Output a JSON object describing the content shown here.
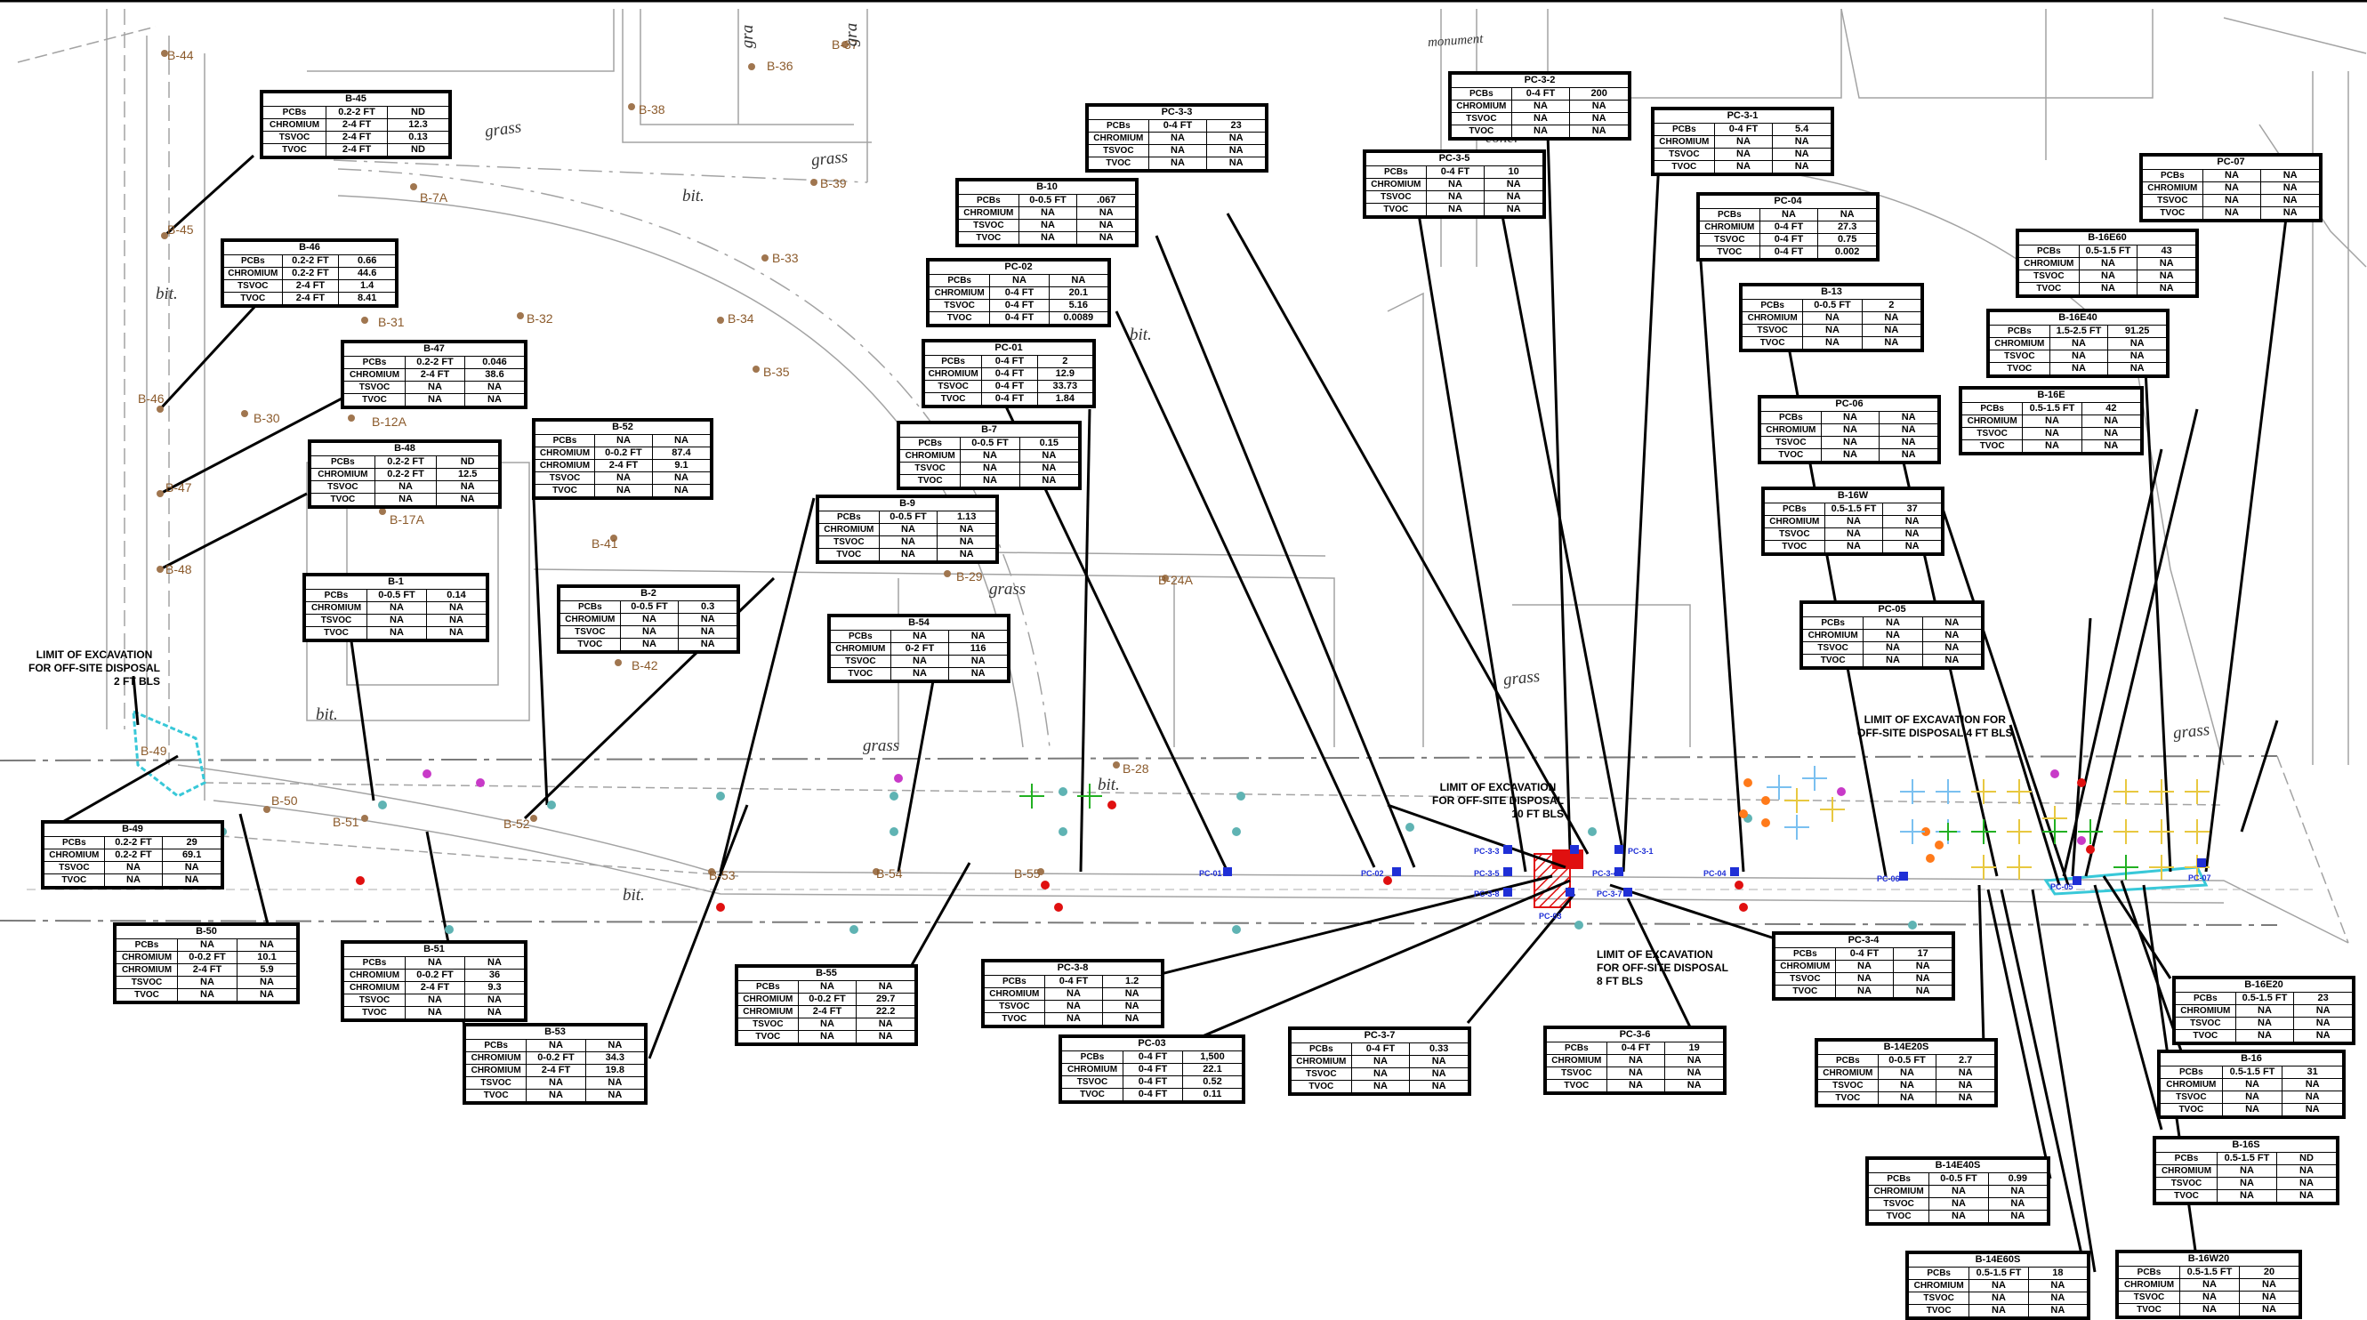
{
  "tables": [
    {
      "id": "B-45",
      "rows": [
        [
          "PCBs",
          "0.2-2 FT",
          "ND"
        ],
        [
          "CHROMIUM",
          "2-4 FT",
          "12.3"
        ],
        [
          "TSVOC",
          "2-4 FT",
          "0.13"
        ],
        [
          "TVOC",
          "2-4 FT",
          "ND"
        ]
      ]
    },
    {
      "id": "B-46",
      "rows": [
        [
          "PCBs",
          "0.2-2 FT",
          "0.66"
        ],
        [
          "CHROMIUM",
          "0.2-2 FT",
          "44.6"
        ],
        [
          "TSVOC",
          "2-4 FT",
          "1.4"
        ],
        [
          "TVOC",
          "2-4 FT",
          "8.41"
        ]
      ]
    },
    {
      "id": "B-47",
      "rows": [
        [
          "PCBs",
          "0.2-2 FT",
          "0.046"
        ],
        [
          "CHROMIUM",
          "2-4 FT",
          "38.6"
        ],
        [
          "TSVOC",
          "NA",
          "NA"
        ],
        [
          "TVOC",
          "NA",
          "NA"
        ]
      ]
    },
    {
      "id": "B-48",
      "rows": [
        [
          "PCBs",
          "0.2-2 FT",
          "ND"
        ],
        [
          "CHROMIUM",
          "0.2-2 FT",
          "12.5"
        ],
        [
          "TSVOC",
          "NA",
          "NA"
        ],
        [
          "TVOC",
          "NA",
          "NA"
        ]
      ]
    },
    {
      "id": "B-1",
      "rows": [
        [
          "PCBs",
          "0-0.5 FT",
          "0.14"
        ],
        [
          "CHROMIUM",
          "NA",
          "NA"
        ],
        [
          "TSVOC",
          "NA",
          "NA"
        ],
        [
          "TVOC",
          "NA",
          "NA"
        ]
      ]
    },
    {
      "id": "B-52",
      "rows": [
        [
          "PCBs",
          "NA",
          "NA"
        ],
        [
          "CHROMIUM",
          "0-0.2 FT",
          "87.4"
        ],
        [
          "CHROMIUM",
          "2-4 FT",
          "9.1"
        ],
        [
          "TSVOC",
          "NA",
          "NA"
        ],
        [
          "TVOC",
          "NA",
          "NA"
        ]
      ]
    },
    {
      "id": "B-2",
      "rows": [
        [
          "PCBs",
          "0-0.5 FT",
          "0.3"
        ],
        [
          "CHROMIUM",
          "NA",
          "NA"
        ],
        [
          "TSVOC",
          "NA",
          "NA"
        ],
        [
          "TVOC",
          "NA",
          "NA"
        ]
      ]
    },
    {
      "id": "B-9",
      "rows": [
        [
          "PCBs",
          "0-0.5 FT",
          "1.13"
        ],
        [
          "CHROMIUM",
          "NA",
          "NA"
        ],
        [
          "TSVOC",
          "NA",
          "NA"
        ],
        [
          "TVOC",
          "NA",
          "NA"
        ]
      ]
    },
    {
      "id": "B-54",
      "rows": [
        [
          "PCBs",
          "NA",
          "NA"
        ],
        [
          "CHROMIUM",
          "0-2 FT",
          "116"
        ],
        [
          "TSVOC",
          "NA",
          "NA"
        ],
        [
          "TVOC",
          "NA",
          "NA"
        ]
      ]
    },
    {
      "id": "B-7",
      "rows": [
        [
          "PCBs",
          "0-0.5 FT",
          "0.15"
        ],
        [
          "CHROMIUM",
          "NA",
          "NA"
        ],
        [
          "TSVOC",
          "NA",
          "NA"
        ],
        [
          "TVOC",
          "NA",
          "NA"
        ]
      ]
    },
    {
      "id": "PC-01",
      "rows": [
        [
          "PCBs",
          "0-4 FT",
          "2"
        ],
        [
          "CHROMIUM",
          "0-4 FT",
          "12.9"
        ],
        [
          "TSVOC",
          "0-4 FT",
          "33.73"
        ],
        [
          "TVOC",
          "0-4 FT",
          "1.84"
        ]
      ]
    },
    {
      "id": "PC-02",
      "rows": [
        [
          "PCBs",
          "NA",
          "NA"
        ],
        [
          "CHROMIUM",
          "0-4 FT",
          "20.1"
        ],
        [
          "TSVOC",
          "0-4 FT",
          "5.16"
        ],
        [
          "TVOC",
          "0-4 FT",
          "0.0089"
        ]
      ]
    },
    {
      "id": "B-10",
      "rows": [
        [
          "PCBs",
          "0-0.5 FT",
          ".067"
        ],
        [
          "CHROMIUM",
          "NA",
          "NA"
        ],
        [
          "TSVOC",
          "NA",
          "NA"
        ],
        [
          "TVOC",
          "NA",
          "NA"
        ]
      ]
    },
    {
      "id": "PC-3-3",
      "rows": [
        [
          "PCBs",
          "0-4 FT",
          "23"
        ],
        [
          "CHROMIUM",
          "NA",
          "NA"
        ],
        [
          "TSVOC",
          "NA",
          "NA"
        ],
        [
          "TVOC",
          "NA",
          "NA"
        ]
      ]
    },
    {
      "id": "PC-3-2",
      "rows": [
        [
          "PCBs",
          "0-4 FT",
          "200"
        ],
        [
          "CHROMIUM",
          "NA",
          "NA"
        ],
        [
          "TSVOC",
          "NA",
          "NA"
        ],
        [
          "TVOC",
          "NA",
          "NA"
        ]
      ]
    },
    {
      "id": "PC-3-5",
      "rows": [
        [
          "PCBs",
          "0-4 FT",
          "10"
        ],
        [
          "CHROMIUM",
          "NA",
          "NA"
        ],
        [
          "TSVOC",
          "NA",
          "NA"
        ],
        [
          "TVOC",
          "NA",
          "NA"
        ]
      ]
    },
    {
      "id": "PC-3-1",
      "rows": [
        [
          "PCBs",
          "0-4 FT",
          "5.4"
        ],
        [
          "CHROMIUM",
          "NA",
          "NA"
        ],
        [
          "TSVOC",
          "NA",
          "NA"
        ],
        [
          "TVOC",
          "NA",
          "NA"
        ]
      ]
    },
    {
      "id": "PC-04",
      "rows": [
        [
          "PCBs",
          "NA",
          "NA"
        ],
        [
          "CHROMIUM",
          "0-4 FT",
          "27.3"
        ],
        [
          "TSVOC",
          "0-4 FT",
          "0.75"
        ],
        [
          "TVOC",
          "0-4 FT",
          "0.002"
        ]
      ]
    },
    {
      "id": "B-13",
      "rows": [
        [
          "PCBs",
          "0-0.5 FT",
          "2"
        ],
        [
          "CHROMIUM",
          "NA",
          "NA"
        ],
        [
          "TSVOC",
          "NA",
          "NA"
        ],
        [
          "TVOC",
          "NA",
          "NA"
        ]
      ]
    },
    {
      "id": "PC-06",
      "rows": [
        [
          "PCBs",
          "NA",
          "NA"
        ],
        [
          "CHROMIUM",
          "NA",
          "NA"
        ],
        [
          "TSVOC",
          "NA",
          "NA"
        ],
        [
          "TVOC",
          "NA",
          "NA"
        ]
      ]
    },
    {
      "id": "B-16W",
      "rows": [
        [
          "PCBs",
          "0.5-1.5 FT",
          "37"
        ],
        [
          "CHROMIUM",
          "NA",
          "NA"
        ],
        [
          "TSVOC",
          "NA",
          "NA"
        ],
        [
          "TVOC",
          "NA",
          "NA"
        ]
      ]
    },
    {
      "id": "PC-05",
      "rows": [
        [
          "PCBs",
          "NA",
          "NA"
        ],
        [
          "CHROMIUM",
          "NA",
          "NA"
        ],
        [
          "TSVOC",
          "NA",
          "NA"
        ],
        [
          "TVOC",
          "NA",
          "NA"
        ]
      ]
    },
    {
      "id": "PC-07",
      "rows": [
        [
          "PCBs",
          "NA",
          "NA"
        ],
        [
          "CHROMIUM",
          "NA",
          "NA"
        ],
        [
          "TSVOC",
          "NA",
          "NA"
        ],
        [
          "TVOC",
          "NA",
          "NA"
        ]
      ]
    },
    {
      "id": "B-16E60",
      "rows": [
        [
          "PCBs",
          "0.5-1.5 FT",
          "43"
        ],
        [
          "CHROMIUM",
          "NA",
          "NA"
        ],
        [
          "TSVOC",
          "NA",
          "NA"
        ],
        [
          "TVOC",
          "NA",
          "NA"
        ]
      ]
    },
    {
      "id": "B-16E40",
      "rows": [
        [
          "PCBs",
          "1.5-2.5 FT",
          "91.25"
        ],
        [
          "CHROMIUM",
          "NA",
          "NA"
        ],
        [
          "TSVOC",
          "NA",
          "NA"
        ],
        [
          "TVOC",
          "NA",
          "NA"
        ]
      ]
    },
    {
      "id": "B-16E",
      "rows": [
        [
          "PCBs",
          "0.5-1.5 FT",
          "42"
        ],
        [
          "CHROMIUM",
          "NA",
          "NA"
        ],
        [
          "TSVOC",
          "NA",
          "NA"
        ],
        [
          "TVOC",
          "NA",
          "NA"
        ]
      ]
    },
    {
      "id": "B-49",
      "rows": [
        [
          "PCBs",
          "0.2-2 FT",
          "29"
        ],
        [
          "CHROMIUM",
          "0.2-2 FT",
          "69.1"
        ],
        [
          "TSVOC",
          "NA",
          "NA"
        ],
        [
          "TVOC",
          "NA",
          "NA"
        ]
      ]
    },
    {
      "id": "B-50",
      "rows": [
        [
          "PCBs",
          "NA",
          "NA"
        ],
        [
          "CHROMIUM",
          "0-0.2 FT",
          "10.1"
        ],
        [
          "CHROMIUM",
          "2-4 FT",
          "5.9"
        ],
        [
          "TSVOC",
          "NA",
          "NA"
        ],
        [
          "TVOC",
          "NA",
          "NA"
        ]
      ]
    },
    {
      "id": "B-51",
      "rows": [
        [
          "PCBs",
          "NA",
          "NA"
        ],
        [
          "CHROMIUM",
          "0-0.2 FT",
          "36"
        ],
        [
          "CHROMIUM",
          "2-4 FT",
          "9.3"
        ],
        [
          "TSVOC",
          "NA",
          "NA"
        ],
        [
          "TVOC",
          "NA",
          "NA"
        ]
      ]
    },
    {
      "id": "B-53",
      "rows": [
        [
          "PCBs",
          "NA",
          "NA"
        ],
        [
          "CHROMIUM",
          "0-0.2 FT",
          "34.3"
        ],
        [
          "CHROMIUM",
          "2-4 FT",
          "19.8"
        ],
        [
          "TSVOC",
          "NA",
          "NA"
        ],
        [
          "TVOC",
          "NA",
          "NA"
        ]
      ]
    },
    {
      "id": "B-55",
      "rows": [
        [
          "PCBs",
          "NA",
          "NA"
        ],
        [
          "CHROMIUM",
          "0-0.2 FT",
          "29.7"
        ],
        [
          "CHROMIUM",
          "2-4 FT",
          "22.2"
        ],
        [
          "TSVOC",
          "NA",
          "NA"
        ],
        [
          "TVOC",
          "NA",
          "NA"
        ]
      ]
    },
    {
      "id": "PC-3-8",
      "rows": [
        [
          "PCBs",
          "0-4 FT",
          "1.2"
        ],
        [
          "CHROMIUM",
          "NA",
          "NA"
        ],
        [
          "TSVOC",
          "NA",
          "NA"
        ],
        [
          "TVOC",
          "NA",
          "NA"
        ]
      ]
    },
    {
      "id": "PC-03",
      "rows": [
        [
          "PCBs",
          "0-4 FT",
          "1,500"
        ],
        [
          "CHROMIUM",
          "0-4 FT",
          "22.1"
        ],
        [
          "TSVOC",
          "0-4 FT",
          "0.52"
        ],
        [
          "TVOC",
          "0-4 FT",
          "0.11"
        ]
      ]
    },
    {
      "id": "PC-3-7",
      "rows": [
        [
          "PCBs",
          "0-4 FT",
          "0.33"
        ],
        [
          "CHROMIUM",
          "NA",
          "NA"
        ],
        [
          "TSVOC",
          "NA",
          "NA"
        ],
        [
          "TVOC",
          "NA",
          "NA"
        ]
      ]
    },
    {
      "id": "PC-3-6",
      "rows": [
        [
          "PCBs",
          "0-4 FT",
          "19"
        ],
        [
          "CHROMIUM",
          "NA",
          "NA"
        ],
        [
          "TSVOC",
          "NA",
          "NA"
        ],
        [
          "TVOC",
          "NA",
          "NA"
        ]
      ]
    },
    {
      "id": "PC-3-4",
      "rows": [
        [
          "PCBs",
          "0-4 FT",
          "17"
        ],
        [
          "CHROMIUM",
          "NA",
          "NA"
        ],
        [
          "TSVOC",
          "NA",
          "NA"
        ],
        [
          "TVOC",
          "NA",
          "NA"
        ]
      ]
    },
    {
      "id": "B-14E20S",
      "rows": [
        [
          "PCBs",
          "0-0.5 FT",
          "2.7"
        ],
        [
          "CHROMIUM",
          "NA",
          "NA"
        ],
        [
          "TSVOC",
          "NA",
          "NA"
        ],
        [
          "TVOC",
          "NA",
          "NA"
        ]
      ]
    },
    {
      "id": "B-14E40S",
      "rows": [
        [
          "PCBs",
          "0-0.5 FT",
          "0.99"
        ],
        [
          "CHROMIUM",
          "NA",
          "NA"
        ],
        [
          "TSVOC",
          "NA",
          "NA"
        ],
        [
          "TVOC",
          "NA",
          "NA"
        ]
      ]
    },
    {
      "id": "B-14E60S",
      "rows": [
        [
          "PCBs",
          "0.5-1.5 FT",
          "18"
        ],
        [
          "CHROMIUM",
          "NA",
          "NA"
        ],
        [
          "TSVOC",
          "NA",
          "NA"
        ],
        [
          "TVOC",
          "NA",
          "NA"
        ]
      ]
    },
    {
      "id": "B-16E20",
      "rows": [
        [
          "PCBs",
          "0.5-1.5 FT",
          "23"
        ],
        [
          "CHROMIUM",
          "NA",
          "NA"
        ],
        [
          "TSVOC",
          "NA",
          "NA"
        ],
        [
          "TVOC",
          "NA",
          "NA"
        ]
      ]
    },
    {
      "id": "B-16",
      "rows": [
        [
          "PCBs",
          "0.5-1.5 FT",
          "31"
        ],
        [
          "CHROMIUM",
          "NA",
          "NA"
        ],
        [
          "TSVOC",
          "NA",
          "NA"
        ],
        [
          "TVOC",
          "NA",
          "NA"
        ]
      ]
    },
    {
      "id": "B-16S",
      "rows": [
        [
          "PCBs",
          "0.5-1.5 FT",
          "ND"
        ],
        [
          "CHROMIUM",
          "NA",
          "NA"
        ],
        [
          "TSVOC",
          "NA",
          "NA"
        ],
        [
          "TVOC",
          "NA",
          "NA"
        ]
      ]
    },
    {
      "id": "B-16W20",
      "rows": [
        [
          "PCBs",
          "0.5-1.5 FT",
          "20"
        ],
        [
          "CHROMIUM",
          "NA",
          "NA"
        ],
        [
          "TSVOC",
          "NA",
          "NA"
        ],
        [
          "TVOC",
          "NA",
          "NA"
        ]
      ]
    }
  ],
  "boring_labels": [
    "B-44",
    "B-45",
    "B-46",
    "B-47",
    "B-48",
    "B-49",
    "B-50",
    "B-51",
    "B-52",
    "B-53",
    "B-54",
    "B-55",
    "B-38",
    "B-36",
    "B-37",
    "B-39",
    "B-7A",
    "B-33",
    "B-34",
    "B-35",
    "B-31",
    "B-32",
    "B-30",
    "B-12A",
    "B-17A",
    "B-41",
    "B-42",
    "B-29",
    "B-24A",
    "B-28"
  ],
  "pc_labels": [
    "PC-01",
    "PC-02",
    "PC-03",
    "PC-3-3",
    "PC-3-5",
    "PC-3-4",
    "PC-3-1",
    "PC-3-8",
    "PC-3-7",
    "PC-04",
    "PC-05",
    "PC-06",
    "PC-07"
  ],
  "terrain_labels": [
    "grass",
    "grass",
    "grass",
    "grass",
    "grass",
    "grass",
    "bit.",
    "bit.",
    "bit.",
    "bit.",
    "bit.",
    "bit.",
    "monument",
    "conc.",
    "gra",
    "gra"
  ],
  "notes": {
    "west": [
      "LIMIT OF EXCAVATION",
      "FOR OFF-SITE DISPOSAL",
      "2 FT BLS"
    ],
    "center_top": [
      "LIMIT OF EXCAVATION",
      "FOR OFF-SITE DISPOSAL",
      "10 FT BLS"
    ],
    "center_bottom": [
      "LIMIT OF EXCAVATION",
      "FOR OFF-SITE DISPOSAL",
      "8 FT BLS"
    ],
    "east": [
      "LIMIT OF EXCAVATION FOR",
      "OFF-SITE DISPOSAL 4 FT BLS"
    ]
  },
  "colors": {
    "boring_marker": "#a0764f",
    "label_brown": "#8b5a2b",
    "pc_marker": "#1f2fd6",
    "excavation_red": "#e01010",
    "excavation_cyan": "#38c8d8",
    "line_gray": "#9a9a9a"
  }
}
